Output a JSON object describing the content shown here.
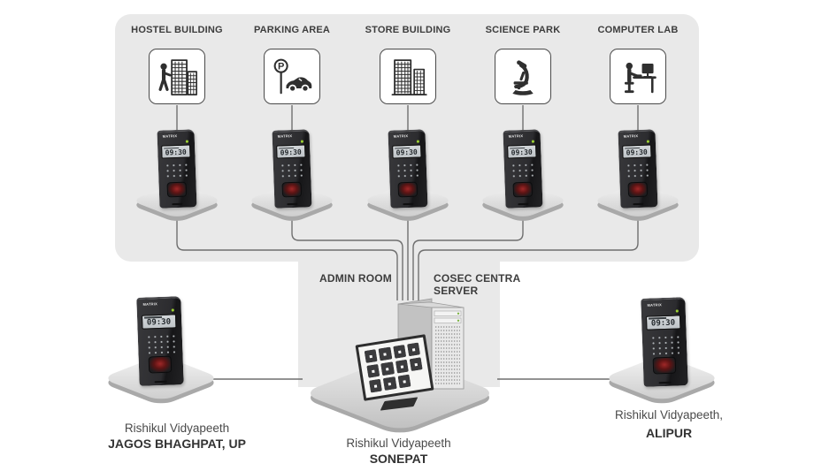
{
  "locations": [
    {
      "label": "HOSTEL BUILDING",
      "icon": "hostel-building-icon"
    },
    {
      "label": "PARKING AREA",
      "icon": "parking-area-icon"
    },
    {
      "label": "STORE BUILDING",
      "icon": "store-building-icon"
    },
    {
      "label": "SCIENCE PARK",
      "icon": "science-park-icon"
    },
    {
      "label": "COMPUTER LAB",
      "icon": "computer-lab-icon"
    }
  ],
  "center": {
    "room_label": "ADMIN ROOM",
    "server_label": "COSEC CENTRA SERVER",
    "site_name": "Rishikul Vidyapeeth",
    "site_city": "SONEPAT"
  },
  "remote_left": {
    "site_name": "Rishikul Vidyapeeth",
    "site_city": "JAGOS BHAGHPAT, UP"
  },
  "remote_right": {
    "site_name": "Rishikul Vidyapeeth,",
    "site_city": "ALIPUR"
  },
  "device": {
    "brand": "MATRIX",
    "time": "09:30"
  },
  "colors": {
    "zone_background": "#e9e9e9",
    "connector_line": "#6f6f6f",
    "label_text": "#3d3d3d",
    "device_body": "#2c2c2f",
    "led_green": "#9acd32",
    "fingerprint_red": "#8b1f1f"
  }
}
